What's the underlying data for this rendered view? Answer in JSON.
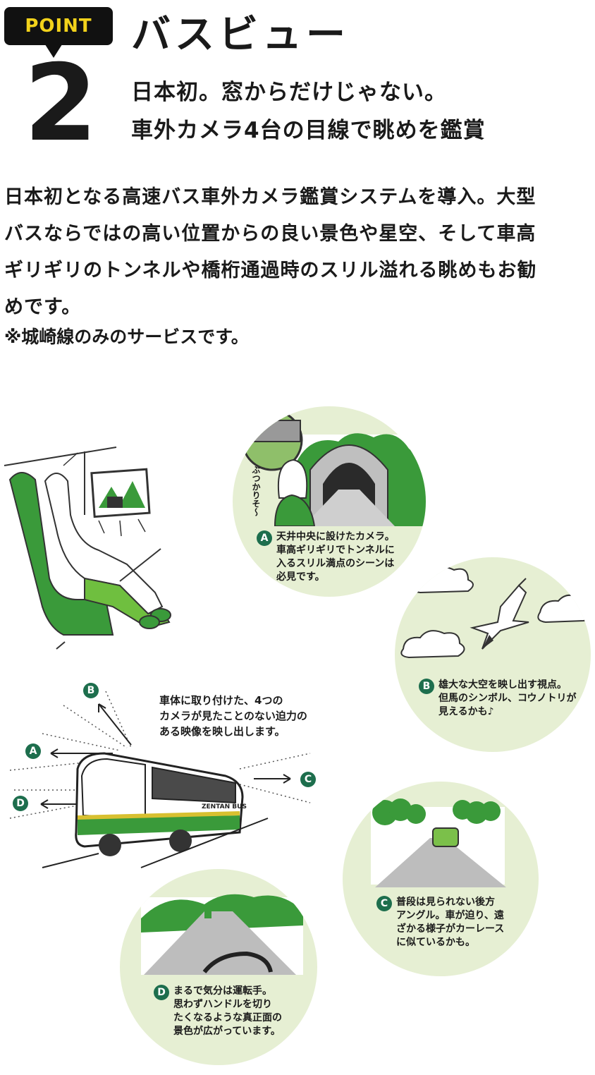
{
  "header": {
    "point_label": "POINT",
    "number": "2",
    "title": "バスビュー",
    "subtitle_lines": [
      "日本初。窓からだけじゃない。",
      "車外カメラ4台の目線で眺めを鑑賞"
    ]
  },
  "body": {
    "lines": [
      "日本初となる高速バス車外カメラ鑑賞システムを導入。大型",
      "バスならではの高い位置からの良い景色や星空、そして車高",
      "ギリギリのトンネルや橋桁通過時のスリル溢れる眺めもお勧",
      "めです。"
    ],
    "note": "※城崎線のみのサービスです。"
  },
  "bus_caption_lines": [
    "車体に取り付けた、4つの",
    "カメラが見たことのない迫力の",
    "ある映像を映し出します。"
  ],
  "bus_label": "ZENTAN BUS",
  "illustration_text": "ぶつかりそ〜",
  "views": [
    {
      "marker": "A",
      "lines": [
        "天井中央に設けたカメラ。",
        "車高ギリギリでトンネルに",
        "入るスリル満点のシーンは",
        "必見です。"
      ]
    },
    {
      "marker": "B",
      "lines": [
        "雄大な大空を映し出す視点。",
        "但馬のシンボル、コウノトリが",
        "見えるかも♪"
      ]
    },
    {
      "marker": "C",
      "lines": [
        "普段は見られない後方",
        "アングル。車が迫り、遠",
        "ざかる様子がカーレース",
        "に似ているかも。"
      ]
    },
    {
      "marker": "D",
      "lines": [
        "まるで気分は運転手。",
        "思わずハンドルを切り",
        "たくなるような真正面の",
        "景色が広がっています。"
      ]
    }
  ],
  "colors": {
    "accent_green": "#3a9a3a",
    "marker_green": "#1d6e4d",
    "circle_bg": "#e6efd3",
    "badge_yellow": "#f2d21b"
  }
}
